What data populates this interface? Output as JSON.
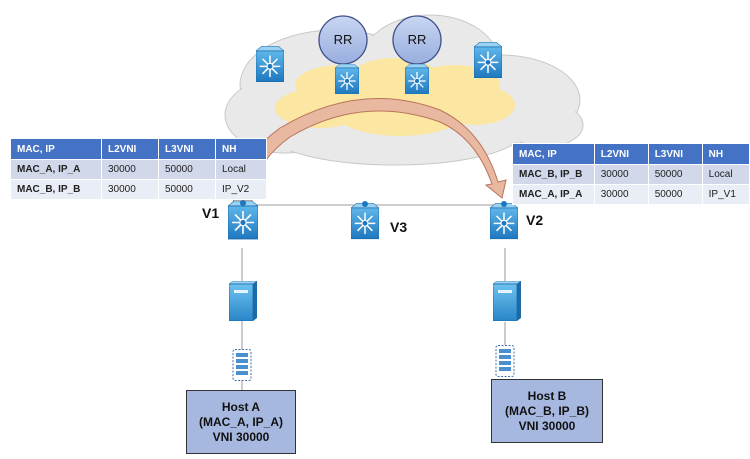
{
  "route_reflectors": [
    {
      "label": "RR"
    },
    {
      "label": "RR"
    }
  ],
  "vteps": {
    "v1": "V1",
    "v2": "V2",
    "v3": "V3"
  },
  "table_left": {
    "headers": [
      "MAC, IP",
      "L2VNI",
      "L3VNI",
      "NH"
    ],
    "rows": [
      [
        "MAC_A, IP_A",
        "30000",
        "50000",
        "Local"
      ],
      [
        "MAC_B, IP_B",
        "30000",
        "50000",
        "IP_V2"
      ]
    ]
  },
  "table_right": {
    "headers": [
      "MAC, IP",
      "L2VNI",
      "L3VNI",
      "NH"
    ],
    "rows": [
      [
        "MAC_B, IP_B",
        "30000",
        "50000",
        "Local"
      ],
      [
        "MAC_A, IP_A",
        "30000",
        "50000",
        "IP_V1"
      ]
    ]
  },
  "hosts": {
    "a": {
      "name": "Host A",
      "addr": "(MAC_A, IP_A)",
      "vni": "VNI 30000"
    },
    "b": {
      "name": "Host B",
      "addr": "(MAC_B, IP_B)",
      "vni": "VNI 30000"
    }
  },
  "colors": {
    "table_header": "#4472c4",
    "row_dark": "#d0d8ea",
    "row_light": "#e9edf5",
    "host_box": "#a6b8e0",
    "cloud": "#e9e9e9",
    "fabric": "#fbe7a2",
    "arrow": "#e8b9a0",
    "device": "#2f8fd0"
  }
}
